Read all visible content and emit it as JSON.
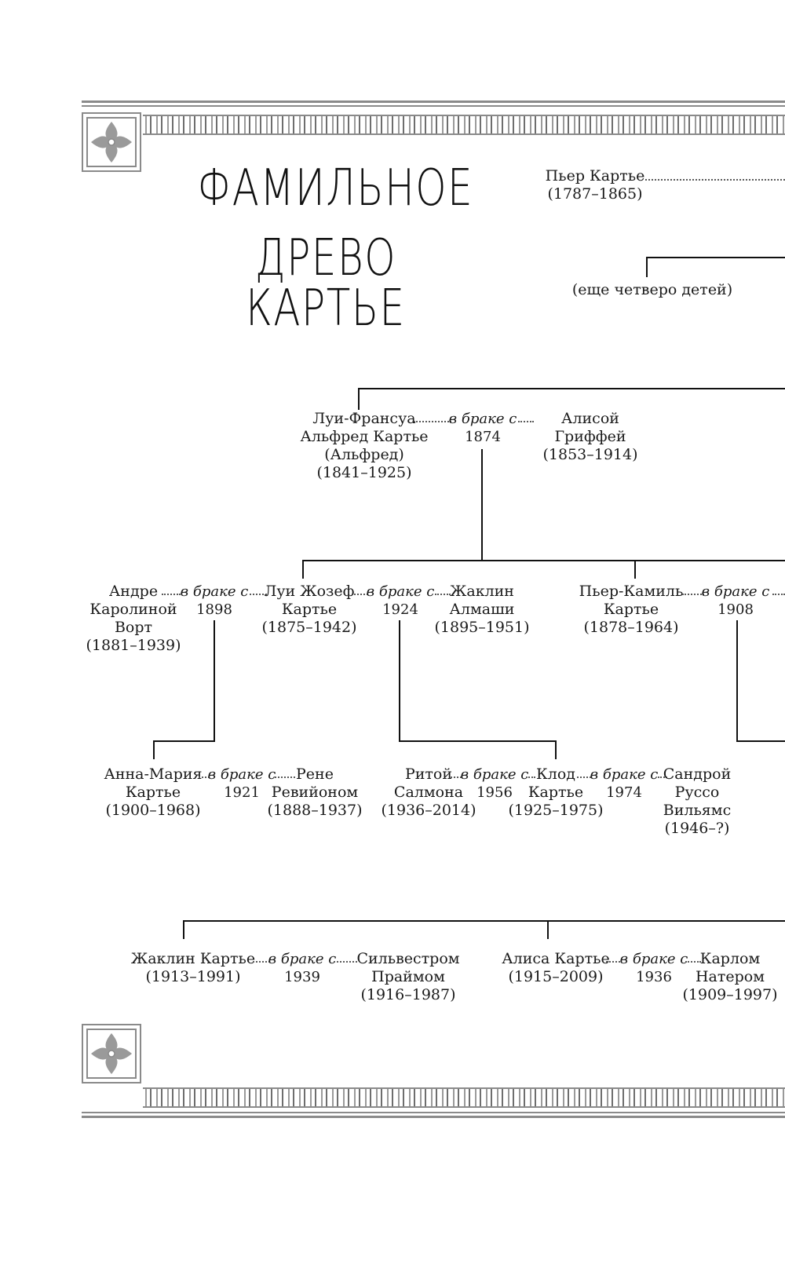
{
  "title": {
    "line1": "ФАМИЛЬНОЕ",
    "line2": "ДРЕВО КАРТЬЕ"
  },
  "marriage_label": "в браке с",
  "pierre": {
    "name": "Пьер Картье",
    "years": "(1787–1865)"
  },
  "others": {
    "label": "(еще четверо детей)"
  },
  "alfred": {
    "l1": "Луи-Франсуа",
    "l2": "Альфред Картье",
    "l3": "(Альфред)",
    "years": "(1841–1925)"
  },
  "alfred_m": {
    "year": "1874"
  },
  "alice": {
    "l1": "Алисой",
    "l2": "Гриффей",
    "years": "(1853–1914)"
  },
  "andree": {
    "l1": "Андре",
    "l2": "Каролиной",
    "l3": "Ворт",
    "years": "(1881–1939)"
  },
  "louis_m1": {
    "year": "1898"
  },
  "louis": {
    "l1": "Луи Жозеф",
    "l2": "Картье",
    "years": "(1875–1942)"
  },
  "louis_m2": {
    "year": "1924"
  },
  "jacqueline_a": {
    "l1": "Жаклин",
    "l2": "Алмаши",
    "years": "(1895–1951)"
  },
  "pierre_camille": {
    "l1": "Пьер-Камиль",
    "l2": "Картье",
    "years": "(1878–1964)"
  },
  "pc_m": {
    "year": "1908"
  },
  "anne_marie": {
    "l1": "Анна-Мария",
    "l2": "Картье",
    "years": "(1900–1968)"
  },
  "am_m": {
    "year": "1921"
  },
  "rene": {
    "l1": "Рене",
    "l2": "Ревийоном",
    "years": "(1888–1937)"
  },
  "rita": {
    "l1": "Ритой",
    "l2": "Салмона",
    "years": "(1936–2014)"
  },
  "claude_m1": {
    "year": "1956"
  },
  "claude": {
    "l1": "Клод",
    "l2": "Картье",
    "years": "(1925–1975)"
  },
  "claude_m2": {
    "year": "1974"
  },
  "sandra": {
    "l1": "Сандрой",
    "l2": "Руссо",
    "l3": "Вильямс",
    "years": "(1946–?)"
  },
  "jacqueline_c": {
    "l1": "Жаклин Картье",
    "years": "(1913–1991)"
  },
  "jc_m": {
    "year": "1939"
  },
  "sylvester": {
    "l1": "Сильвестром",
    "l2": "Праймом",
    "years": "(1916–1987)"
  },
  "alice_c": {
    "l1": "Алиса Картье",
    "years": "(1915–2009)"
  },
  "ac_m": {
    "year": "1936"
  },
  "carl": {
    "l1": "Карлом",
    "l2": "Натером",
    "years": "(1909–1997)"
  }
}
